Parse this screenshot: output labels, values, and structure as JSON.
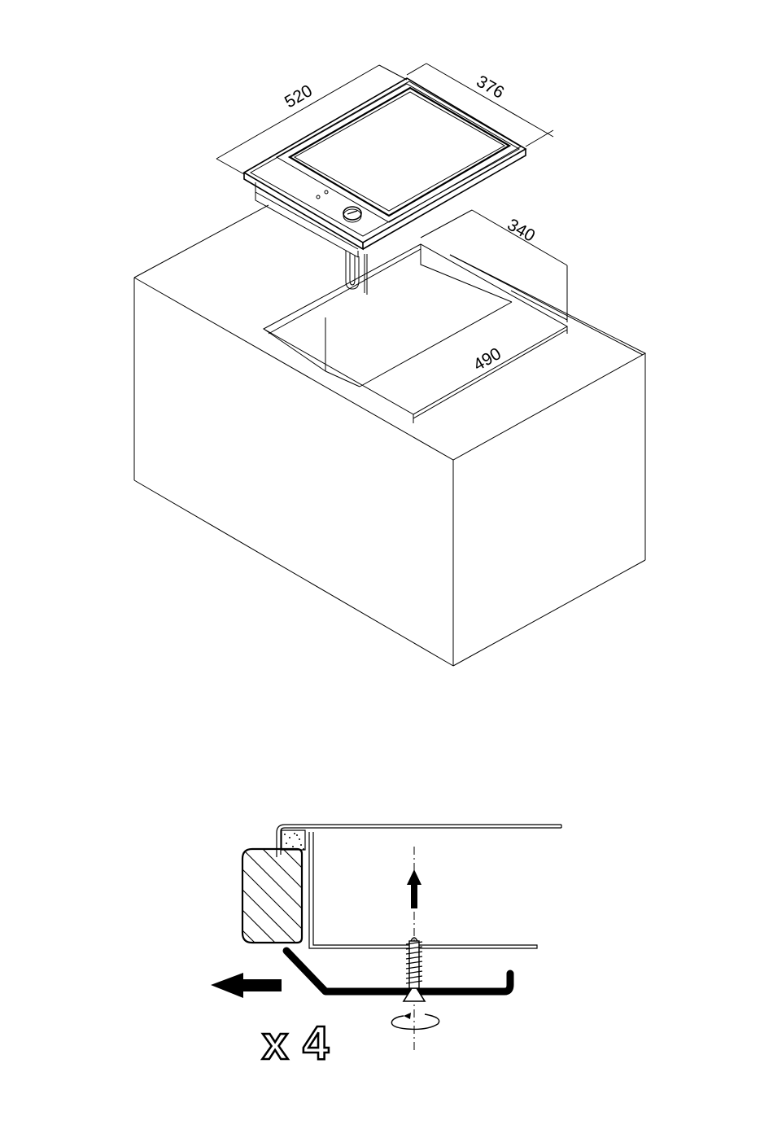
{
  "figure_top": {
    "dimensions": {
      "hob_width": "520",
      "hob_depth": "376",
      "cutout_depth": "340",
      "cutout_width": "490"
    }
  },
  "figure_bottom": {
    "quantity_x": "x",
    "quantity_n": "4"
  },
  "colors": {
    "line": "#000000",
    "background": "#ffffff"
  },
  "icons": [
    "hob-icon",
    "control-knob-icon",
    "cable-icon",
    "clamp-bracket-icon",
    "screw-icon",
    "rotation-arrow-icon",
    "direction-arrow-icon",
    "up-arrow-icon"
  ]
}
